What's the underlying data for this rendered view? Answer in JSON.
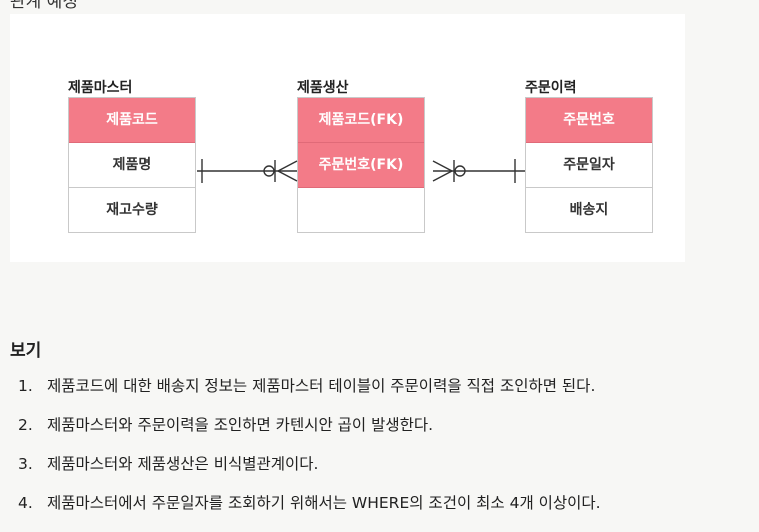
{
  "header": {
    "fragment": "관계 예정"
  },
  "diagram": {
    "entities": [
      {
        "title": "제품마스터",
        "rows": [
          {
            "label": "제품코드",
            "key": true
          },
          {
            "label": "제품명",
            "key": false
          },
          {
            "label": "재고수량",
            "key": false
          }
        ]
      },
      {
        "title": "제품생산",
        "rows": [
          {
            "label": "제품코드(FK)",
            "key": true
          },
          {
            "label": "주문번호(FK)",
            "key": true
          },
          {
            "label": "",
            "key": false
          }
        ]
      },
      {
        "title": "주문이력",
        "rows": [
          {
            "label": "주문번호",
            "key": true
          },
          {
            "label": "주문일자",
            "key": false
          },
          {
            "label": "배송지",
            "key": false
          }
        ]
      }
    ],
    "relationships": [
      {
        "from": "제품마스터",
        "to": "제품생산",
        "from_end": "one-mandatory",
        "to_end": "zero-or-many"
      },
      {
        "from": "제품생산",
        "to": "주문이력",
        "from_end": "zero-or-many",
        "to_end": "one-mandatory"
      }
    ],
    "colors": {
      "key_fill": "#f37b88",
      "border": "#c9c9c9",
      "line": "#333333"
    }
  },
  "section": {
    "title": "보기"
  },
  "options": [
    {
      "num": "1.",
      "text": "제품코드에 대한 배송지 정보는 제품마스터 테이블이 주문이력을 직접 조인하면 된다."
    },
    {
      "num": "2.",
      "text": "제품마스터와 주문이력을 조인하면 카텐시안 곱이 발생한다."
    },
    {
      "num": "3.",
      "text": "제품마스터와 제품생산은 비식별관계이다."
    },
    {
      "num": "4.",
      "text": "제품마스터에서 주문일자를 조회하기 위해서는 WHERE의 조건이 최소 4개 이상이다."
    }
  ]
}
